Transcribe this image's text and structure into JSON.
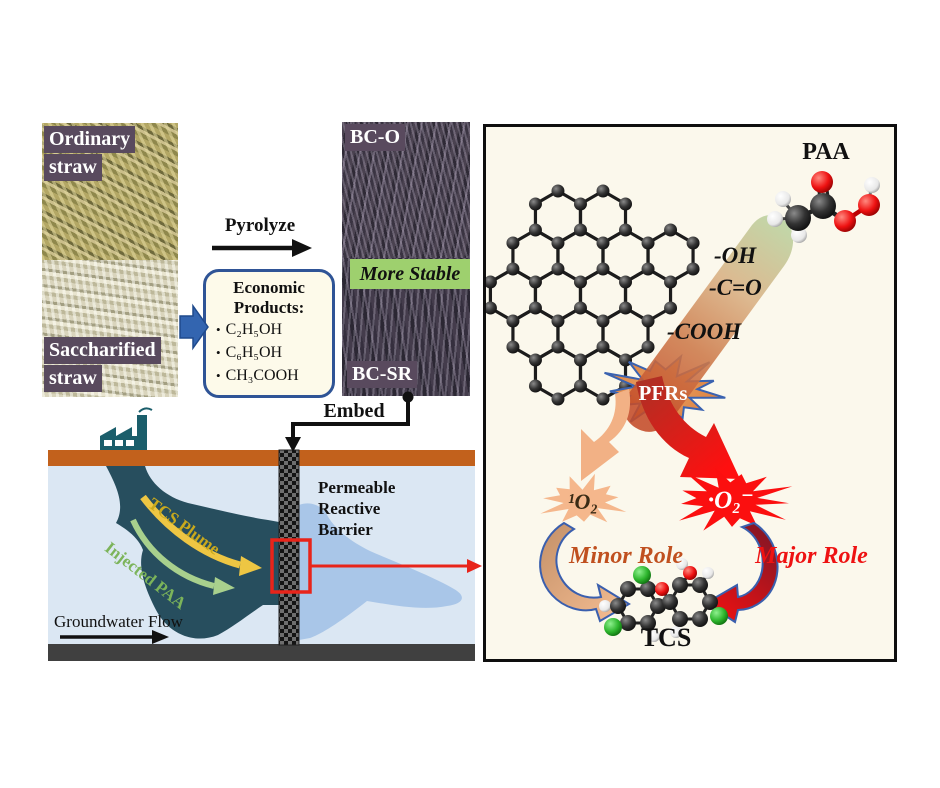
{
  "left": {
    "ordinary_label": {
      "line1": "Ordinary",
      "line2": "straw"
    },
    "saccharified_label": {
      "line1": "Saccharified",
      "line2": "straw"
    },
    "pyrolyze": "Pyrolyze",
    "econ_box": {
      "title1": "Economic",
      "title2": "Products:",
      "bullet": "•",
      "bullets": [
        "C₂H₅OH",
        "C₆H₅OH",
        "CH₃COOH"
      ]
    },
    "bco": "BC-O",
    "bcsr": "BC-SR",
    "more_stable": "More Stable",
    "embed": "Embed"
  },
  "groundwater": {
    "tcs_plume": "TCS Plume",
    "injected_paa": "Injected PAA",
    "prb": {
      "lines": [
        "Permeable",
        "Reactive",
        "Barrier"
      ]
    },
    "flow": "Groundwater Flow"
  },
  "panel": {
    "paa": "PAA",
    "oh": "-OH",
    "co": "-C=O",
    "cooh": "-COOH",
    "pfrs": "PFRs",
    "singlet_oxygen": "¹O₂",
    "superoxide": "·O₂⁻",
    "minor": "Minor Role",
    "major": "Major Role",
    "tcs": "TCS"
  },
  "colors": {
    "soil": "#c2611c",
    "water": "#dbe7f3",
    "dark_plume": "#274e5e",
    "light_plume": "#a9c6e8",
    "bottom_strip": "#404040",
    "label_bg": "#594a5e",
    "more_stable_bg": "#9ed06e",
    "box_border": "#2f5496",
    "panel_bg": "#fbf8ec",
    "red": "#e8241a",
    "salmon": "#f4b183",
    "dark_orange": "#c0501f",
    "yellow_arrow": "#eec643",
    "green_arrow": "#a8d08d",
    "blue_arrow": "#3365b0",
    "factory_teal": "#1b5e6b"
  }
}
